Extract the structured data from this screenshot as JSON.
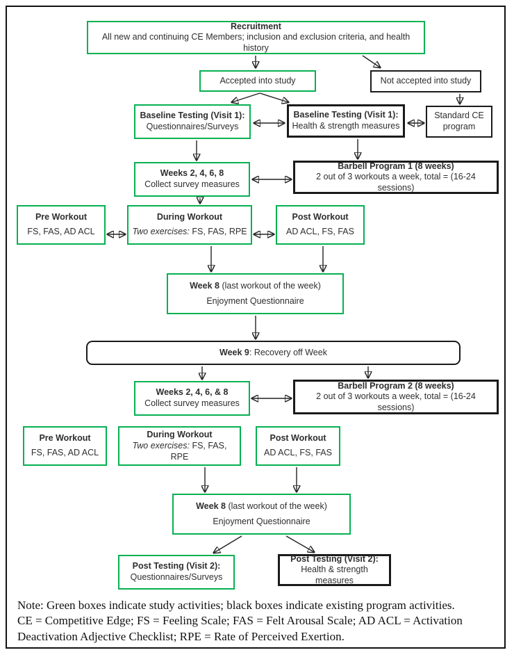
{
  "colors": {
    "study_box_green": "#05b151",
    "program_box_black": "#1a1a1a"
  },
  "boxes": {
    "recruitment": {
      "title": "Recruitment",
      "body": "All new and continuing CE Members; inclusion and exclusion criteria, and health history"
    },
    "accepted": {
      "label": "Accepted into study"
    },
    "not_accepted": {
      "label": "Not accepted into study"
    },
    "baseline_surveys": {
      "title": "Baseline Testing (Visit 1):",
      "body": "Questionnaires/Surveys"
    },
    "baseline_health": {
      "title": "Baseline Testing (Visit 1):",
      "body": "Health & strength measures"
    },
    "standard_ce": {
      "label": "Standard CE program"
    },
    "weeks_1": {
      "title": "Weeks 2, 4, 6, 8",
      "body": "Collect survey measures"
    },
    "barbell_1": {
      "title": "Barbell Program 1 (8 weeks)",
      "body": "2 out of 3 workouts a week, total = (16-24 sessions)"
    },
    "pre_workout_1": {
      "title": "Pre Workout",
      "body": "FS, FAS, AD ACL"
    },
    "during_workout_1": {
      "title": "During Workout",
      "body_italic": "Two exercises:",
      "body": " FS, FAS, RPE"
    },
    "post_workout_1": {
      "title": "Post Workout",
      "body": "AD ACL, FS, FAS"
    },
    "week8_1": {
      "title_bold": "Week 8",
      "title_rest": " (last workout of the week)",
      "body": "Enjoyment Questionnaire"
    },
    "week9": {
      "bold": "Week 9",
      "rest": ": Recovery off Week"
    },
    "weeks_2": {
      "title": "Weeks 2, 4, 6, & 8",
      "body": "Collect survey measures"
    },
    "barbell_2": {
      "title": "Barbell Program 2 (8 weeks)",
      "body": "2 out of 3 workouts a week, total = (16-24 sessions)"
    },
    "pre_workout_2": {
      "title": "Pre Workout",
      "body": "FS, FAS, AD ACL"
    },
    "during_workout_2": {
      "title": "During Workout",
      "body_italic": "Two exercises:",
      "body": " FS, FAS, RPE"
    },
    "post_workout_2": {
      "title": "Post Workout",
      "body": "AD ACL, FS, FAS"
    },
    "week8_2": {
      "title_bold": "Week 8",
      "title_rest": " (last workout of the week)",
      "body": "Enjoyment Questionnaire"
    },
    "post_testing_surveys": {
      "title": "Post Testing (Visit 2):",
      "body": "Questionnaires/Surveys"
    },
    "post_testing_health": {
      "title": "Post Testing (Visit 2):",
      "body": "Health & strength measures"
    }
  },
  "note": {
    "lines": [
      "Note: Green boxes indicate study activities; black boxes indicate existing program activities.",
      "CE = Competitive Edge; FS = Feeling Scale; FAS = Felt Arousal Scale; AD ACL = Activation",
      "Deactivation Adjective Checklist; RPE = Rate of Perceived Exertion."
    ]
  }
}
